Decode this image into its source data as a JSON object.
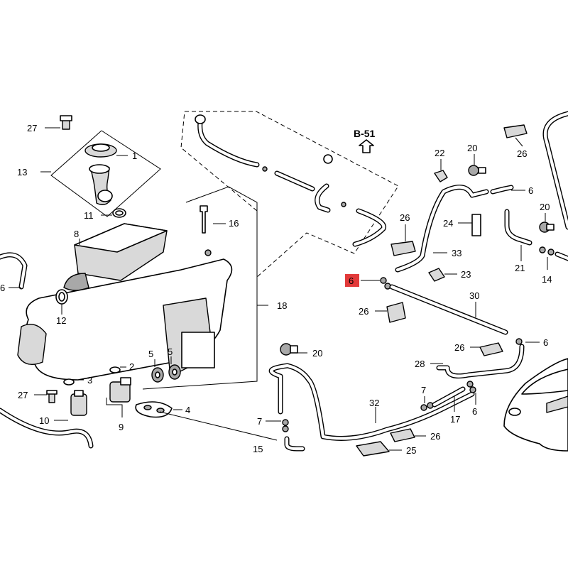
{
  "reference": "B-51",
  "highlight": {
    "label": "6",
    "color": "#e23a3a"
  },
  "labels": {
    "l27a": "27",
    "l13": "13",
    "l1": "1",
    "l11": "11",
    "l8": "8",
    "l16": "16",
    "l6a": "6",
    "l12": "12",
    "l18": "18",
    "l5a": "5",
    "l5b": "5",
    "l2": "2",
    "l3": "3",
    "l27b": "27",
    "l10": "10",
    "l9": "9",
    "l4": "4",
    "l7a": "7",
    "l15": "15",
    "l20a": "20",
    "l22": "22",
    "l20b": "20",
    "l26a": "26",
    "l6b": "6",
    "l26b": "26",
    "l24": "24",
    "l20c": "20",
    "l33": "33",
    "l23": "23",
    "l21": "21",
    "l14": "14",
    "l6hl": "6",
    "l30": "30",
    "l26c": "26",
    "l26d": "26",
    "l6c": "6",
    "l28": "28",
    "l7b": "7",
    "l17": "17",
    "l6d": "6",
    "l32": "32",
    "l26e": "26",
    "l25": "25"
  }
}
